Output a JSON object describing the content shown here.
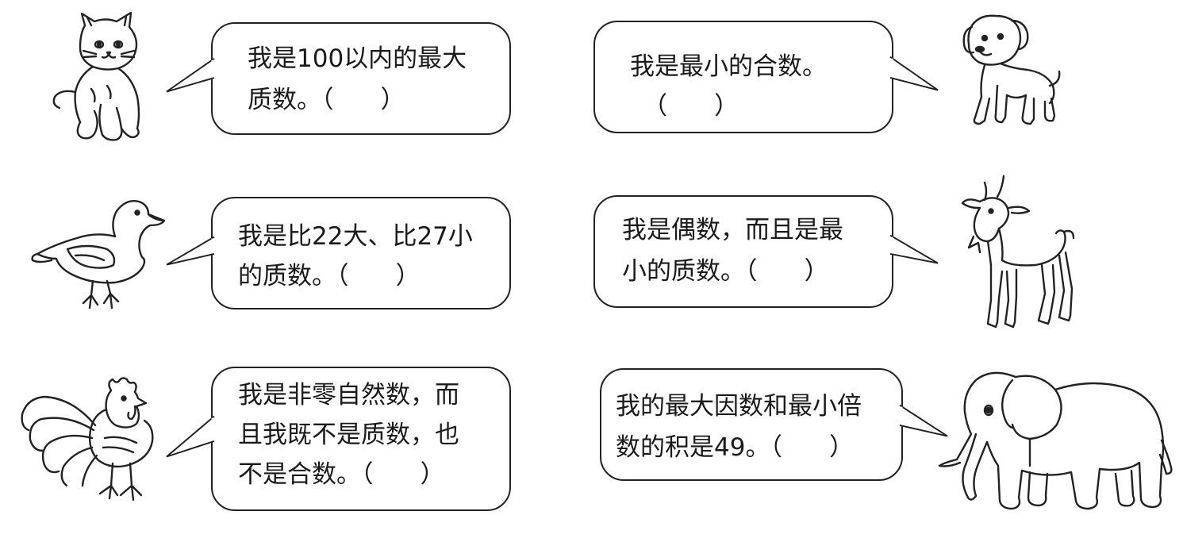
{
  "bubbles": [
    {
      "id": "cat",
      "lines": [
        "我是100以内的最大",
        "质数。（      ）"
      ]
    },
    {
      "id": "dog",
      "lines": [
        "我是最小的合数。",
        "（      ）"
      ]
    },
    {
      "id": "duck",
      "lines": [
        "我是比22大、比27小",
        "的质数。（      ）"
      ]
    },
    {
      "id": "goat",
      "lines": [
        "我是偶数，而且是最",
        "小的质数。（      ）"
      ]
    },
    {
      "id": "rooster",
      "lines": [
        "我是非零自然数，而",
        "且我既不是质数，也",
        "不是合数。（      ）"
      ]
    },
    {
      "id": "elephant",
      "lines": [
        "我的最大因数和最小倍",
        "数的积是49。（      ）"
      ]
    }
  ],
  "animals": [
    "cat-drawing",
    "dog-drawing",
    "duck-drawing",
    "goat-drawing",
    "rooster-drawing",
    "elephant-drawing"
  ]
}
